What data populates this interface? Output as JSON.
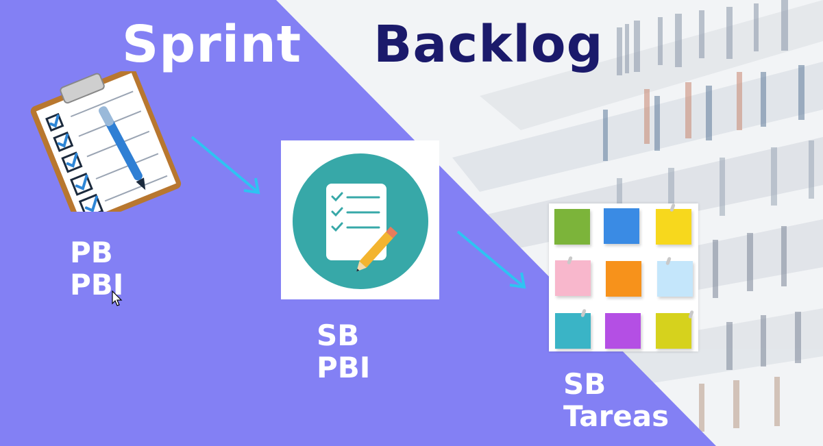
{
  "title": {
    "word1": "Sprint",
    "word2": "Backlog"
  },
  "nodes": {
    "product_backlog": {
      "line1": "PB",
      "line2": "PBI"
    },
    "sprint_backlog": {
      "line1": "SB",
      "line2": "PBI"
    },
    "tasks": {
      "line1": "SB",
      "line2": "Tareas"
    }
  },
  "colors": {
    "panel_purple": "#8380f4",
    "title_dark": "#1b1a6b",
    "arrow_cyan": "#2ec3f2",
    "teal_circle": "#37a8a8"
  },
  "sticky_notes": {
    "colors": [
      "#7cb43a",
      "#3a8be4",
      "#f7d81d",
      "#f8b7cc",
      "#f7921b",
      "#c4e6fb",
      "#3ab4c6",
      "#b44fe4",
      "#d6d21d"
    ]
  },
  "icons": [
    "clipboard-checklist-icon",
    "checklist-pencil-icon",
    "sticky-notes-grid-icon",
    "arrow-icon",
    "mouse-cursor-icon"
  ]
}
